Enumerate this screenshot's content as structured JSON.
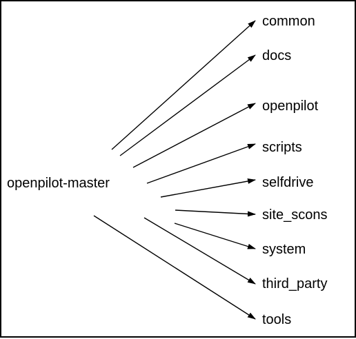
{
  "root": {
    "label": "openpilot-master"
  },
  "children": [
    {
      "label": "common"
    },
    {
      "label": "docs"
    },
    {
      "label": "openpilot"
    },
    {
      "label": "scripts"
    },
    {
      "label": "selfdrive"
    },
    {
      "label": "site_scons"
    },
    {
      "label": "system"
    },
    {
      "label": "third_party"
    },
    {
      "label": "tools"
    }
  ],
  "colors": {
    "line": "#000000",
    "text": "#000000",
    "border": "#000000",
    "background": "#ffffff"
  }
}
